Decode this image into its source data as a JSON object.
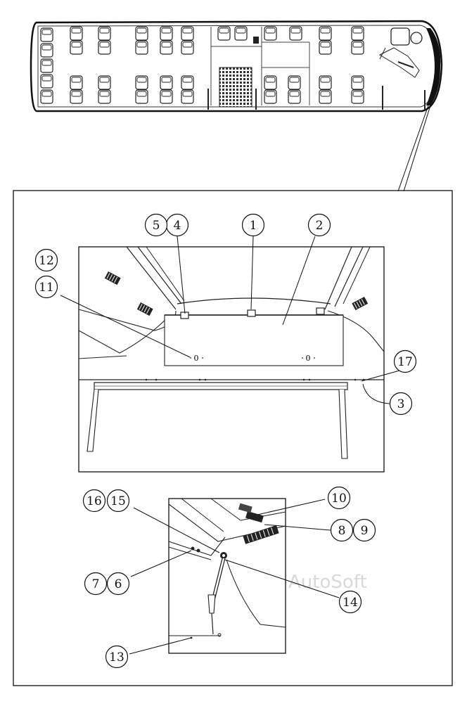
{
  "watermark": "AutoSoft",
  "callouts": [
    {
      "id": "c1",
      "label": "1"
    },
    {
      "id": "c2",
      "label": "2"
    },
    {
      "id": "c3",
      "label": "3"
    },
    {
      "id": "c4",
      "label": "4"
    },
    {
      "id": "c5",
      "label": "5"
    },
    {
      "id": "c6",
      "label": "6"
    },
    {
      "id": "c7",
      "label": "7"
    },
    {
      "id": "c8",
      "label": "8"
    },
    {
      "id": "c9",
      "label": "9"
    },
    {
      "id": "c10",
      "label": "10"
    },
    {
      "id": "c11",
      "label": "11"
    },
    {
      "id": "c12",
      "label": "12"
    },
    {
      "id": "c13",
      "label": "13"
    },
    {
      "id": "c14",
      "label": "14"
    },
    {
      "id": "c15",
      "label": "15"
    },
    {
      "id": "c16",
      "label": "16"
    },
    {
      "id": "c17",
      "label": "17"
    }
  ],
  "hatch_marks": [
    "0",
    "0"
  ]
}
